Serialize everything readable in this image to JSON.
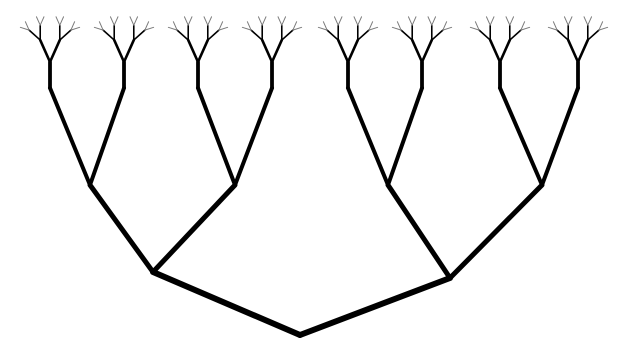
{
  "figure": {
    "type": "binary-fractal-tree",
    "orientation": "inverted",
    "depth": 7,
    "branching_factor": 2,
    "stroke_color": "#000000",
    "background_color": "#ffffff",
    "faint_tip_color": "#7a7a7a"
  }
}
